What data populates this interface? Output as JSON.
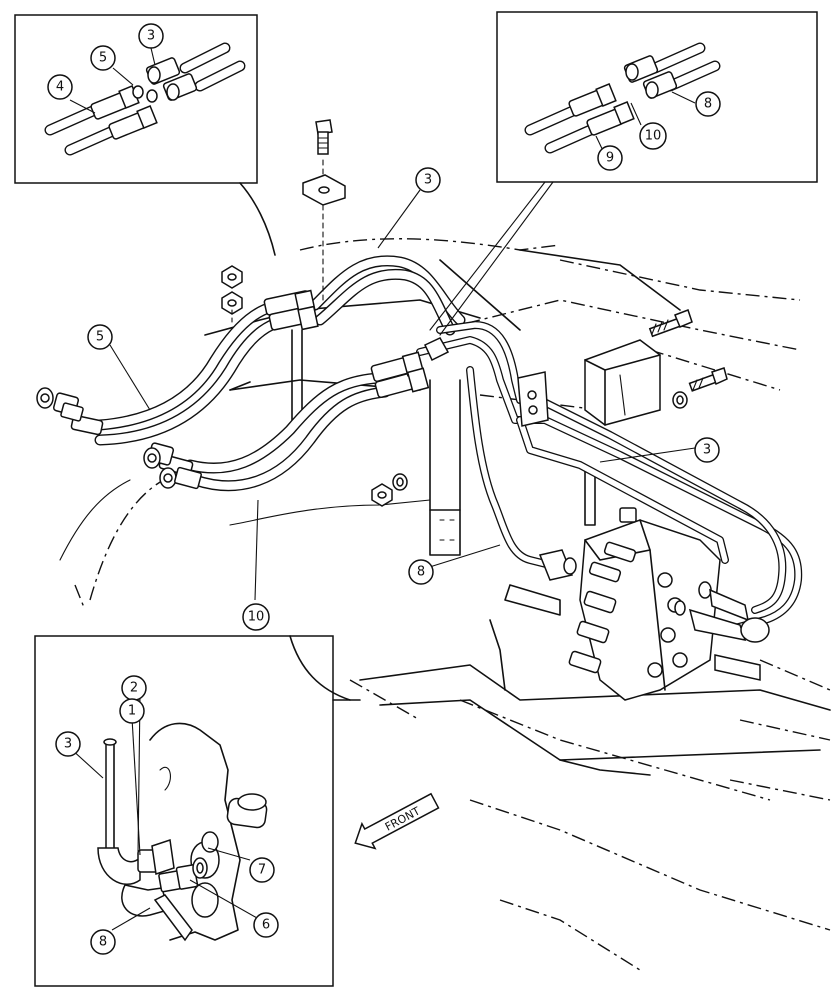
{
  "callouts": {
    "c1": "1",
    "c2": "2",
    "c3a": "3",
    "c3b": "3",
    "c3c": "3",
    "c3d": "3",
    "c4": "4",
    "c5a": "5",
    "c5b": "5",
    "c6": "6",
    "c7": "7",
    "c8a": "8",
    "c8b": "8",
    "c8c": "8",
    "c9": "9",
    "c10a": "10",
    "c10b": "10"
  },
  "front_label": "FRONT"
}
